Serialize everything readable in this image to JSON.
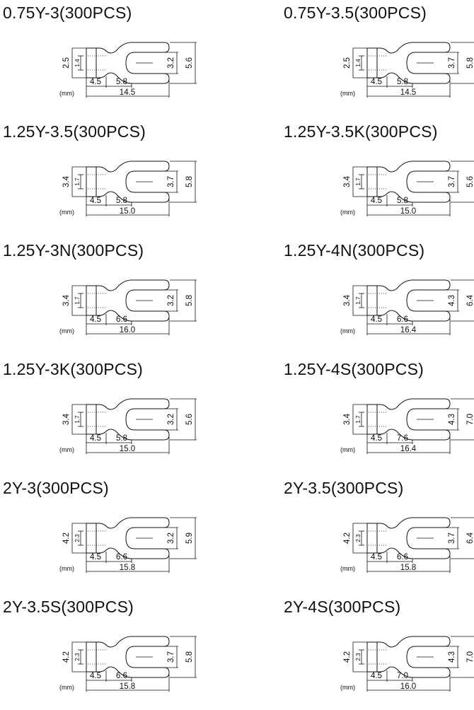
{
  "unit_label": "(mm)",
  "terminals": [
    {
      "title": "0.75Y-3(300PCS)",
      "wire": "2.5",
      "inner": "1.4",
      "sleeve": "4.5",
      "fork": "5.8",
      "total": "14.5",
      "slot": "3.2",
      "width": "5.6"
    },
    {
      "title": "0.75Y-3.5(300PCS)",
      "wire": "2.5",
      "inner": "1.4",
      "sleeve": "4.5",
      "fork": "5.8",
      "total": "14.5",
      "slot": "3.7",
      "width": "5.8"
    },
    {
      "title": "1.25Y-3.5(300PCS)",
      "wire": "3.4",
      "inner": "1.7",
      "sleeve": "4.5",
      "fork": "5.8",
      "total": "15.0",
      "slot": "3.7",
      "width": "5.8"
    },
    {
      "title": "1.25Y-3.5K(300PCS)",
      "wire": "3.4",
      "inner": "1.7",
      "sleeve": "4.5",
      "fork": "5.8",
      "total": "15.0",
      "slot": "3.7",
      "width": "5.6"
    },
    {
      "title": "1.25Y-3N(300PCS)",
      "wire": "3.4",
      "inner": "1.7",
      "sleeve": "4.5",
      "fork": "6.6",
      "total": "16.0",
      "slot": "3.2",
      "width": "5.8"
    },
    {
      "title": "1.25Y-4N(300PCS)",
      "wire": "3.4",
      "inner": "1.7",
      "sleeve": "4.5",
      "fork": "6.6",
      "total": "16.4",
      "slot": "4.3",
      "width": "6.4"
    },
    {
      "title": "1.25Y-3K(300PCS)",
      "wire": "3.4",
      "inner": "1.7",
      "sleeve": "4.5",
      "fork": "5.8",
      "total": "15.0",
      "slot": "3.2",
      "width": "5.6"
    },
    {
      "title": "1.25Y-4S(300PCS)",
      "wire": "3.4",
      "inner": "1.7",
      "sleeve": "4.5",
      "fork": "7.6",
      "total": "16.4",
      "slot": "4.3",
      "width": "7.0"
    },
    {
      "title": "2Y-3(300PCS)",
      "wire": "4.2",
      "inner": "2.3",
      "sleeve": "4.5",
      "fork": "6.6",
      "total": "15.8",
      "slot": "3.2",
      "width": "5.9"
    },
    {
      "title": "2Y-3.5(300PCS)",
      "wire": "4.2",
      "inner": "2.3",
      "sleeve": "4.5",
      "fork": "6.6",
      "total": "15.8",
      "slot": "3.7",
      "width": "6.4"
    },
    {
      "title": "2Y-3.5S(300PCS)",
      "wire": "4.2",
      "inner": "2.3",
      "sleeve": "4.5",
      "fork": "6.6",
      "total": "15.8",
      "slot": "3.7",
      "width": "5.8"
    },
    {
      "title": "2Y-4S(300PCS)",
      "wire": "4.2",
      "inner": "2.3",
      "sleeve": "4.5",
      "fork": "7.0",
      "total": "16.0",
      "slot": "4.3",
      "width": "7.0"
    }
  ]
}
